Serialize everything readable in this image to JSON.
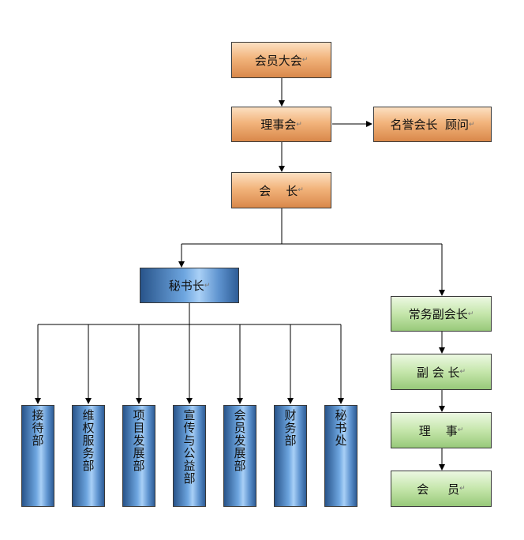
{
  "nodes": {
    "assembly": "会员大会",
    "council": "理事会",
    "honorary": "名誉会长  顾问",
    "president": "会    长",
    "secretary_general": "秘书长",
    "exec_vice_president": "常务副会长",
    "vice_president": "副 会 长",
    "director": "理    事",
    "member": "会     员"
  },
  "departments": [
    "接待部",
    "维权服务部",
    "项目发展部",
    "宣传与公益部",
    "会员发展部",
    "财务部",
    "秘书处"
  ],
  "paragraph_mark": "↵",
  "colors": {
    "top_boxes": "#f2b47c",
    "right_boxes": "#c5e6ab",
    "secretariat_boxes": "#6ea6e0",
    "lines": "#000000"
  }
}
